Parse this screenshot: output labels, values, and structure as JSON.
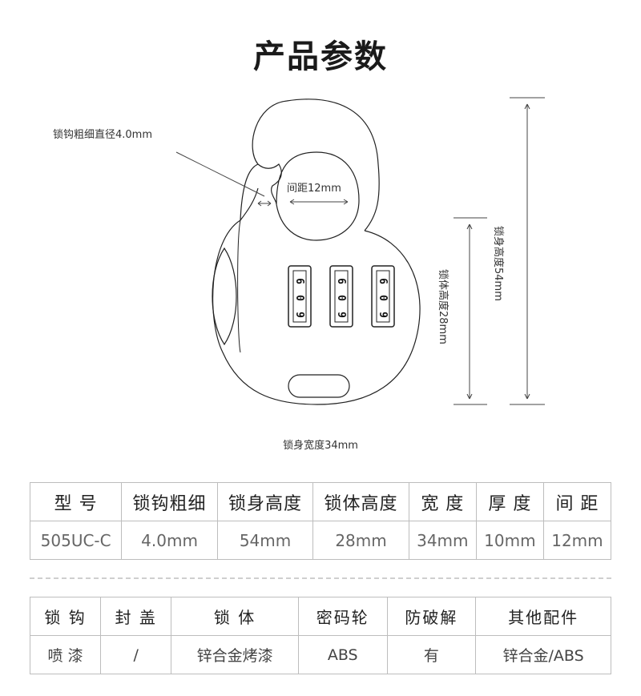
{
  "title": "产品参数",
  "diagram": {
    "label_thickness": "锁钩粗细直径4.0mm",
    "label_spacing": "间距12mm",
    "label_body_height": "锁体高度28mm",
    "label_total_height": "锁身高度54mm",
    "label_width": "锁身宽度34mm",
    "dial_digits": [
      [
        "6",
        "0",
        "9"
      ],
      [
        "6",
        "0",
        "9"
      ],
      [
        "6",
        "0",
        "9"
      ]
    ]
  },
  "table1": {
    "headers": [
      "型 号",
      "锁钩粗细",
      "锁身高度",
      "锁体高度",
      "宽 度",
      "厚 度",
      "间 距"
    ],
    "values": [
      "505UC-C",
      "4.0mm",
      "54mm",
      "28mm",
      "34mm",
      "10mm",
      "12mm"
    ]
  },
  "table2": {
    "headers": [
      "锁 钩",
      "封 盖",
      "锁 体",
      "密码轮",
      "防破解",
      "其他配件"
    ],
    "values": [
      "喷 漆",
      "/",
      "锌合金烤漆",
      "ABS",
      "有",
      "锌合金/ABS"
    ]
  }
}
